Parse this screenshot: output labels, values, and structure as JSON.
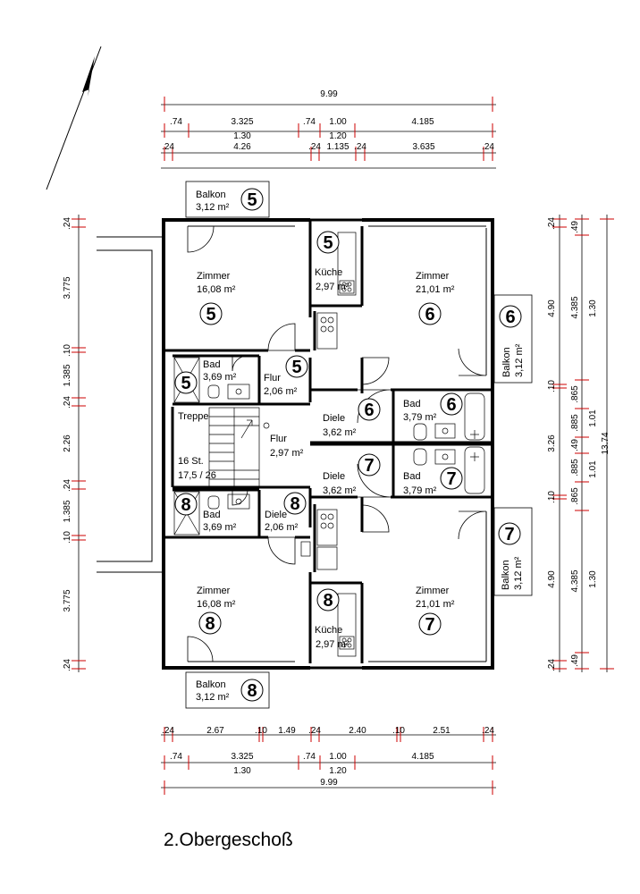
{
  "title": "2.Obergeschoß",
  "dims_top": {
    "total": "9.99",
    "row2": [
      ".74",
      "3.325",
      ".74",
      "1.00",
      "4.185"
    ],
    "row3": [
      "1.30",
      "1.20"
    ],
    "row4": [
      ".24",
      "4.26",
      ".24",
      "1.135",
      ".24",
      "3.635",
      ".24"
    ]
  },
  "dims_bottom": {
    "row1": [
      ".24",
      "2.67",
      ".10",
      "1.49",
      ".24",
      "2.40",
      ".10",
      "2.51",
      ".24"
    ],
    "row2": [
      ".74",
      "3.325",
      ".74",
      "1.00",
      "4.185"
    ],
    "row3": [
      "1.30",
      "1.20"
    ],
    "total": "9.99"
  },
  "dims_left": [
    ".24",
    "3.775",
    ".10",
    "1.385",
    ".24",
    "2.26",
    ".24",
    "1.385",
    ".10",
    "3.775",
    ".24"
  ],
  "dims_right_inner": [
    ".24",
    "4.90",
    ".10",
    "3.26",
    ".10",
    "4.90",
    ".24"
  ],
  "dims_right_mid": [
    ".49",
    "4.385",
    ".865",
    ".885",
    ".49",
    ".885",
    ".865",
    "4.385",
    ".49"
  ],
  "dims_right_outer": [
    "1.30",
    "1.01",
    "13.74",
    "1.01",
    "1.30"
  ],
  "rooms": {
    "balkon_5": {
      "name": "Balkon",
      "area": "3,12 m²",
      "unit": "5"
    },
    "zimmer_5": {
      "name": "Zimmer",
      "area": "16,08 m²",
      "unit": "5"
    },
    "kueche_5": {
      "name": "Küche",
      "area": "2,97 m²",
      "unit": "5"
    },
    "bad_5": {
      "name": "Bad",
      "area": "3,69 m²",
      "unit": "5"
    },
    "flur_5": {
      "name": "Flur",
      "area": "2,06 m²",
      "unit": "5"
    },
    "zimmer_6": {
      "name": "Zimmer",
      "area": "21,01 m²",
      "unit": "6"
    },
    "balkon_6": {
      "name": "Balkon",
      "area": "3,12 m²",
      "unit": "6"
    },
    "diele_6": {
      "name": "Diele",
      "area": "3,62 m²",
      "unit": "6"
    },
    "bad_6": {
      "name": "Bad",
      "area": "3,79 m²",
      "unit": "6"
    },
    "treppe": {
      "name": "Treppe",
      "steps": "16 St.",
      "ratio": "17,5 / 26"
    },
    "flur_mid": {
      "name": "Flur",
      "area": "2,97 m²"
    },
    "diele_7": {
      "name": "Diele",
      "area": "3,62 m²",
      "unit": "7"
    },
    "bad_7": {
      "name": "Bad",
      "area": "3,79 m²",
      "unit": "7"
    },
    "bad_8": {
      "name": "Bad",
      "area": "3,69 m²",
      "unit": "8"
    },
    "diele_8": {
      "name": "Diele",
      "area": "2,06 m²",
      "unit": "8"
    },
    "zimmer_8": {
      "name": "Zimmer",
      "area": "16,08 m²",
      "unit": "8"
    },
    "kueche_8": {
      "name": "Küche",
      "area": "2,97 m²",
      "unit": "8"
    },
    "zimmer_7": {
      "name": "Zimmer",
      "area": "21,01 m²",
      "unit": "7"
    },
    "balkon_7": {
      "name": "Balkon",
      "area": "3,12 m²",
      "unit": "7"
    },
    "balkon_8": {
      "name": "Balkon",
      "area": "3,12 m²",
      "unit": "8"
    }
  },
  "icons": [
    "north-arrow-icon",
    "door-swing-icon",
    "stair-icon",
    "kitchen-stove-icon",
    "sink-icon",
    "toilet-icon",
    "shower-icon",
    "bathtub-icon"
  ]
}
